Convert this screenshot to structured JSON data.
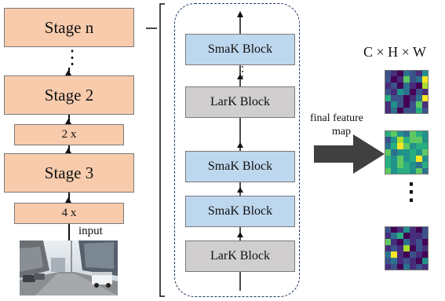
{
  "left_column": {
    "stage_top": "Stage n",
    "dots": "⋮",
    "stage_upper": "Stage 2",
    "repeat_upper": "2 x",
    "stage_lower": "Stage 3",
    "repeat_lower": "4 x",
    "input_label": "input"
  },
  "center_column": {
    "blocks": [
      "SmaK Block",
      "LarK Block",
      "SmaK Block",
      "SmaK Block",
      "LarK Block"
    ],
    "dots": "⋮"
  },
  "arrow_label_line1": "final feature",
  "arrow_label_line2": "map",
  "right_column": {
    "dims_label": "C × H × W",
    "dots": "⋮"
  },
  "colors": {
    "stage_fill": "#f8cbad",
    "smak_fill": "#bdd7ee",
    "lark_fill": "#d0cece",
    "arrow_fill": "#404040",
    "dashed_border": "#1f3864"
  }
}
